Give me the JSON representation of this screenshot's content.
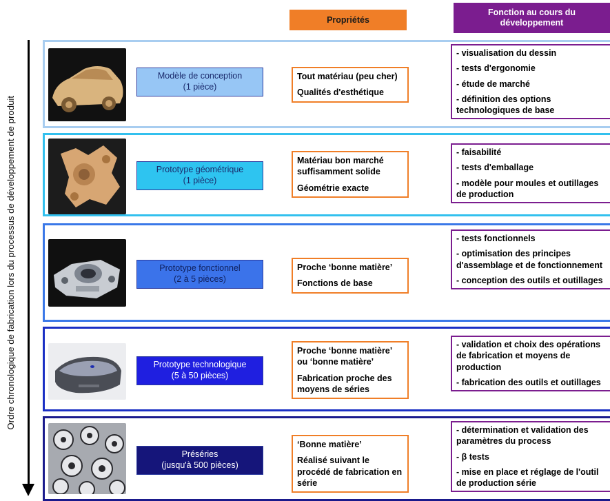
{
  "header": {
    "properties": "Propriétés",
    "function": "Fonction au cours du développement"
  },
  "axis_label": "Ordre chronologique de fabrication lors du processus de développement de produit",
  "rows": [
    {
      "icon": "car-model-photo",
      "border_color": "#a8cdf0",
      "type_bg": "#97c6f5",
      "type_color": "#1a2a6c",
      "type_name": "Modèle de conception",
      "quantity": "(1 pièce)",
      "properties": [
        "Tout matériau (peu cher)",
        "Qualités d'esthétique"
      ],
      "functions": [
        "- visualisation du dessin",
        "- tests d'ergonomie",
        "- étude de marché",
        "- définition des options technologiques de base"
      ]
    },
    {
      "icon": "wooden-part-photo",
      "border_color": "#32c0ee",
      "type_bg": "#2ec4f0",
      "type_color": "#1a2a6c",
      "type_name": "Prototype géométrique",
      "quantity": "(1 pièce)",
      "properties": [
        "Matériau bon marché suffisamment solide",
        "Géométrie exacte"
      ],
      "functions": [
        "- faisabilité",
        "- tests d'emballage",
        "- modèle pour moules et outillages de production"
      ]
    },
    {
      "icon": "metal-part-photo",
      "border_color": "#3a78e8",
      "type_bg": "#3b73ea",
      "type_color": "#0f1f5c",
      "type_name": "Prototype fonctionnel",
      "quantity": "(2 à 5 pièces)",
      "properties": [
        "Proche ‘bonne matière’",
        "Fonctions de base"
      ],
      "functions": [
        "- tests fonctionnels",
        "- optimisation des principes d'assemblage et de fonctionnement",
        "- conception des outils et outillages"
      ]
    },
    {
      "icon": "device-housing-photo",
      "border_color": "#1a2fc4",
      "type_bg": "#1f1fe0",
      "type_color": "#ffffff",
      "type_name": "Prototype technologique",
      "quantity": "(5 à 50 pièces)",
      "properties": [
        "Proche ‘bonne matière’ ou ‘bonne matière’",
        "Fabrication proche des moyens de séries"
      ],
      "functions": [
        "- validation et choix des opérations de fabrication et moyens de production",
        "- fabrication des outils et outillages"
      ]
    },
    {
      "icon": "series-parts-photo",
      "border_color": "#1a1a8c",
      "type_bg": "#15157a",
      "type_color": "#ffffff",
      "type_name": "Préséries",
      "quantity": "(jusqu'à 500 pièces)",
      "properties": [
        "‘Bonne matière’",
        "Réalisé suivant le procédé de fabrication en série"
      ],
      "functions": [
        "- détermination et validation des paramètres du process",
        "- β tests",
        "- mise en place et réglage de l'outil de production série"
      ]
    }
  ]
}
